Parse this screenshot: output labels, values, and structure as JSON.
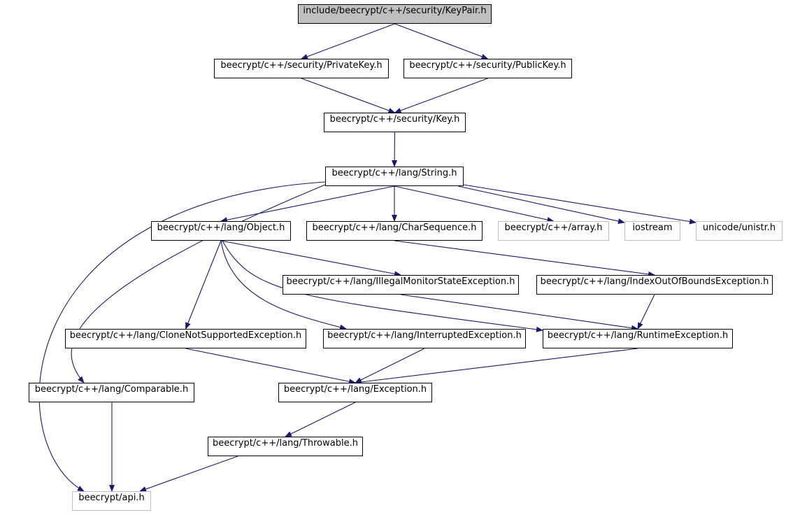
{
  "diagram": {
    "edge_color": "#191970",
    "root_fill": "#bfbfbf",
    "external_border": "#bfbfbf",
    "nodes": {
      "keypair": {
        "label": "include/beecrypt/c++/security/KeyPair.h",
        "kind": "root"
      },
      "privatekey": {
        "label": "beecrypt/c++/security/PrivateKey.h",
        "kind": "file"
      },
      "publickey": {
        "label": "beecrypt/c++/security/PublicKey.h",
        "kind": "file"
      },
      "key": {
        "label": "beecrypt/c++/security/Key.h",
        "kind": "file"
      },
      "string": {
        "label": "beecrypt/c++/lang/String.h",
        "kind": "file"
      },
      "object": {
        "label": "beecrypt/c++/lang/Object.h",
        "kind": "file"
      },
      "charsequence": {
        "label": "beecrypt/c++/lang/CharSequence.h",
        "kind": "file"
      },
      "array": {
        "label": "beecrypt/c++/array.h",
        "kind": "external"
      },
      "iostream": {
        "label": "iostream",
        "kind": "external"
      },
      "unistr": {
        "label": "unicode/unistr.h",
        "kind": "external"
      },
      "illegalmonitor": {
        "label": "beecrypt/c++/lang/IllegalMonitorStateException.h",
        "kind": "file"
      },
      "indexoutofbounds": {
        "label": "beecrypt/c++/lang/IndexOutOfBoundsException.h",
        "kind": "file"
      },
      "clonenotsupported": {
        "label": "beecrypt/c++/lang/CloneNotSupportedException.h",
        "kind": "file"
      },
      "interrupted": {
        "label": "beecrypt/c++/lang/InterruptedException.h",
        "kind": "file"
      },
      "runtime": {
        "label": "beecrypt/c++/lang/RuntimeException.h",
        "kind": "file"
      },
      "comparable": {
        "label": "beecrypt/c++/lang/Comparable.h",
        "kind": "file"
      },
      "exception": {
        "label": "beecrypt/c++/lang/Exception.h",
        "kind": "file"
      },
      "throwable": {
        "label": "beecrypt/c++/lang/Throwable.h",
        "kind": "file"
      },
      "api": {
        "label": "beecrypt/api.h",
        "kind": "external"
      }
    },
    "edges": [
      [
        "keypair",
        "privatekey"
      ],
      [
        "keypair",
        "publickey"
      ],
      [
        "privatekey",
        "key"
      ],
      [
        "publickey",
        "key"
      ],
      [
        "key",
        "string"
      ],
      [
        "string",
        "object"
      ],
      [
        "string",
        "charsequence"
      ],
      [
        "string",
        "array"
      ],
      [
        "string",
        "iostream"
      ],
      [
        "string",
        "unistr"
      ],
      [
        "string",
        "comparable"
      ],
      [
        "string",
        "api"
      ],
      [
        "object",
        "illegalmonitor"
      ],
      [
        "object",
        "clonenotsupported"
      ],
      [
        "object",
        "interrupted"
      ],
      [
        "object",
        "runtime"
      ],
      [
        "charsequence",
        "indexoutofbounds"
      ],
      [
        "illegalmonitor",
        "runtime"
      ],
      [
        "indexoutofbounds",
        "runtime"
      ],
      [
        "clonenotsupported",
        "exception"
      ],
      [
        "interrupted",
        "exception"
      ],
      [
        "runtime",
        "exception"
      ],
      [
        "comparable",
        "api"
      ],
      [
        "exception",
        "throwable"
      ],
      [
        "throwable",
        "api"
      ]
    ]
  }
}
